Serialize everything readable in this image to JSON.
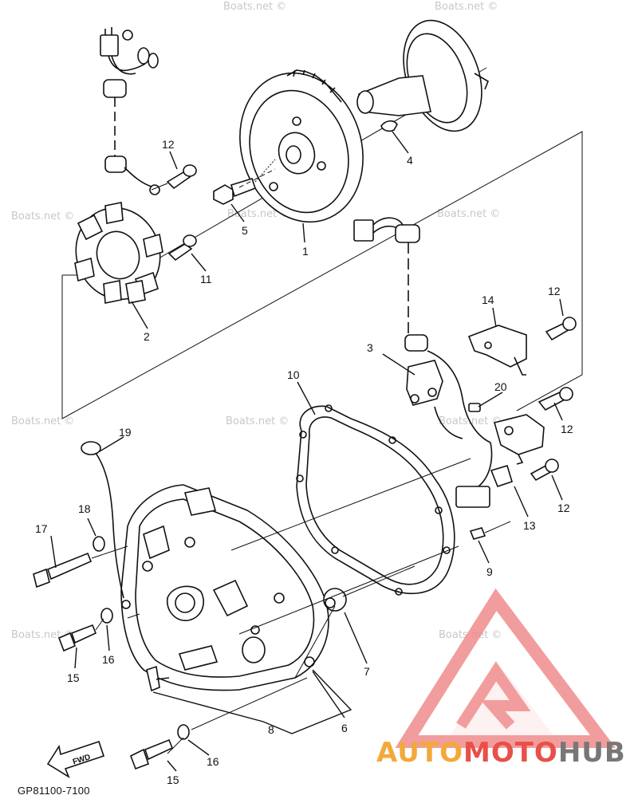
{
  "diagram": {
    "callouts": [
      {
        "id": "c12a",
        "label": "12"
      },
      {
        "id": "c4",
        "label": "4"
      },
      {
        "id": "c5",
        "label": "5"
      },
      {
        "id": "c1",
        "label": "1"
      },
      {
        "id": "c11",
        "label": "11"
      },
      {
        "id": "c2",
        "label": "2"
      },
      {
        "id": "c12b",
        "label": "12"
      },
      {
        "id": "c14",
        "label": "14"
      },
      {
        "id": "c3",
        "label": "3"
      },
      {
        "id": "c10",
        "label": "10"
      },
      {
        "id": "c20",
        "label": "20"
      },
      {
        "id": "c12c",
        "label": "12"
      },
      {
        "id": "c19",
        "label": "19"
      },
      {
        "id": "c12d",
        "label": "12"
      },
      {
        "id": "c13",
        "label": "13"
      },
      {
        "id": "c18",
        "label": "18"
      },
      {
        "id": "c17",
        "label": "17"
      },
      {
        "id": "c9",
        "label": "9"
      },
      {
        "id": "c16a",
        "label": "16"
      },
      {
        "id": "c15a",
        "label": "15"
      },
      {
        "id": "c7",
        "label": "7"
      },
      {
        "id": "c8",
        "label": "8"
      },
      {
        "id": "c6",
        "label": "6"
      },
      {
        "id": "c16b",
        "label": "16"
      },
      {
        "id": "c15b",
        "label": "15"
      }
    ],
    "part_number": "GP81100-7100",
    "fwd_label": "FWD",
    "watermark": "Boats.net ©"
  },
  "brand": {
    "part1": "AUTO",
    "part2": "MOTO",
    "part3": "HUB",
    "color_auto": "#f2a93b",
    "color_moto": "#e8504a",
    "color_hub": "#777777",
    "logo_color": "#f08c8c"
  }
}
